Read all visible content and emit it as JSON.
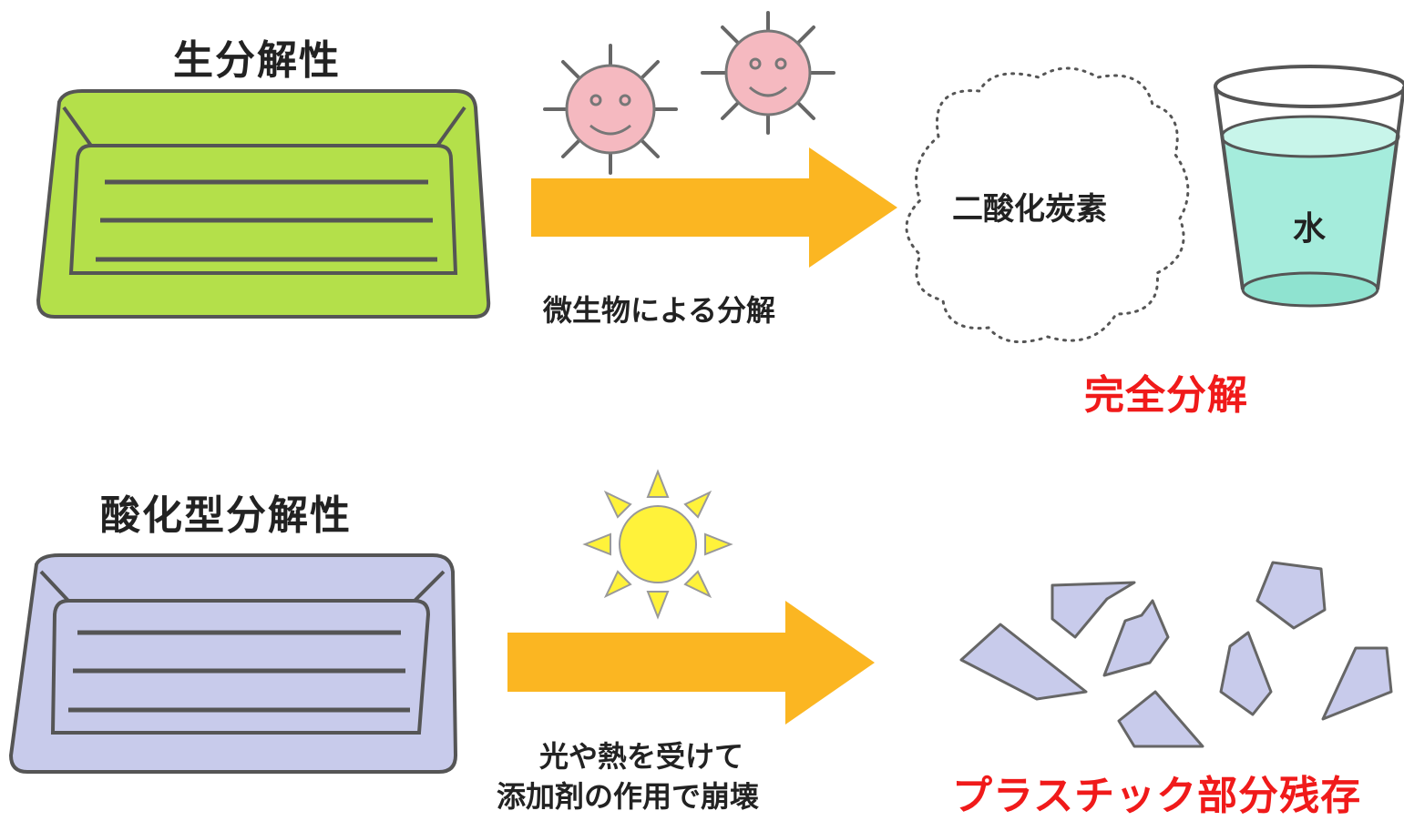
{
  "top": {
    "title": "生分解性",
    "caption": "微生物による分解",
    "cloud_label": "二酸化炭素",
    "glass_label": "水",
    "result": "完全分解"
  },
  "bottom": {
    "title": "酸化型分解性",
    "caption_line1": "光や熱を受けて",
    "caption_line2": "添加剤の作用で崩壊",
    "result": "プラスチック部分残存"
  },
  "colors": {
    "green_tray": "#b4e04a",
    "lavender_tray": "#c8cbeb",
    "arrow": "#fbb622",
    "microbe": "#f5b9c0",
    "sun": "#fff23a",
    "water": "#a5ecdc",
    "result_red": "#f01a1a"
  }
}
